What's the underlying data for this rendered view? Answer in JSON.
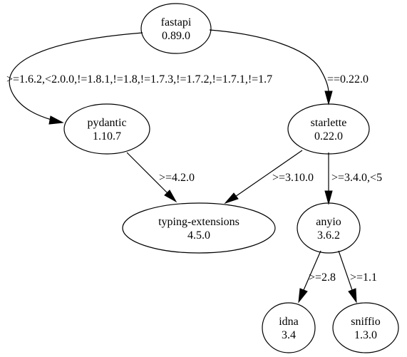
{
  "nodes": {
    "fastapi": {
      "name": "fastapi",
      "version": "0.89.0"
    },
    "pydantic": {
      "name": "pydantic",
      "version": "1.10.7"
    },
    "starlette": {
      "name": "starlette",
      "version": "0.22.0"
    },
    "typing_extensions": {
      "name": "typing-extensions",
      "version": "4.5.0"
    },
    "anyio": {
      "name": "anyio",
      "version": "3.6.2"
    },
    "idna": {
      "name": "idna",
      "version": "3.4"
    },
    "sniffio": {
      "name": "sniffio",
      "version": "1.3.0"
    }
  },
  "edges": {
    "fastapi_pydantic": {
      "from": "fastapi",
      "to": "pydantic",
      "label": ">=1.6.2,<2.0.0,!=1.8.1,!=1.8,!=1.7.3,!=1.7.2,!=1.7.1,!=1.7"
    },
    "fastapi_starlette": {
      "from": "fastapi",
      "to": "starlette",
      "label": "==0.22.0"
    },
    "pydantic_typing": {
      "from": "pydantic",
      "to": "typing-extensions",
      "label": ">=4.2.0"
    },
    "starlette_typing": {
      "from": "starlette",
      "to": "typing-extensions",
      "label": ">=3.10.0"
    },
    "starlette_anyio": {
      "from": "starlette",
      "to": "anyio",
      "label": ">=3.4.0,<5"
    },
    "anyio_idna": {
      "from": "anyio",
      "to": "idna",
      "label": ">=2.8"
    },
    "anyio_sniffio": {
      "from": "anyio",
      "to": "sniffio",
      "label": ">=1.1"
    }
  }
}
